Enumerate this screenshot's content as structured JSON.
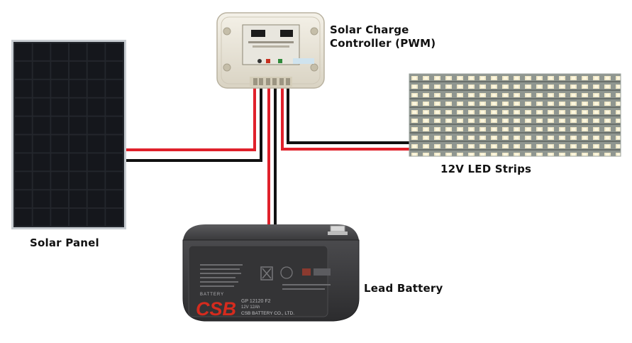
{
  "diagram": {
    "components": {
      "controller": {
        "label_line1": "Solar Charge",
        "label_line2": "Controller (PWM)"
      },
      "led_strips": {
        "label": "12V LED Strips"
      },
      "solar_panel": {
        "label": "Solar Panel"
      },
      "battery": {
        "label": "Lead Battery",
        "brand_logo": "CSB",
        "brand_text": "CSB BATTERY CO., LTD.",
        "model_text": "GP 12120 F2",
        "spec_text": "12V 12Ah",
        "top_text": "BATTERY"
      }
    },
    "colors": {
      "positive_wire": "#e0212b",
      "negative_wire": "#111111",
      "panel_cell": "#15171c",
      "panel_frame": "#c8cdd2",
      "battery_case": "#3a3a3c",
      "battery_logo": "#d52b1e",
      "controller_body": "#ebe6d9"
    },
    "icons": [
      "solar-panel-icon",
      "charge-controller-icon",
      "led-strip-icon",
      "battery-icon"
    ]
  }
}
